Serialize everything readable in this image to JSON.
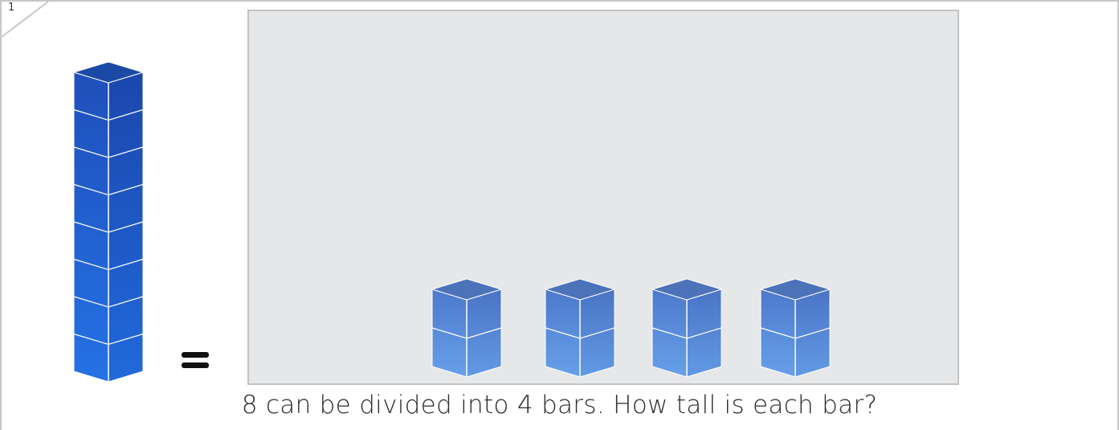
{
  "problem": {
    "number": "1",
    "question": "8 can be divided into 4 bars. How tall is each bar?",
    "equals_sign": "=",
    "total_cubes": 8,
    "bar_count": 4,
    "cubes_per_bar_shown": 2
  },
  "colors": {
    "tower_cube": "#1e4fbf",
    "bar_cube": "#5a88d8",
    "work_area": "#e6e7e9",
    "border": "#c3c3c3"
  }
}
